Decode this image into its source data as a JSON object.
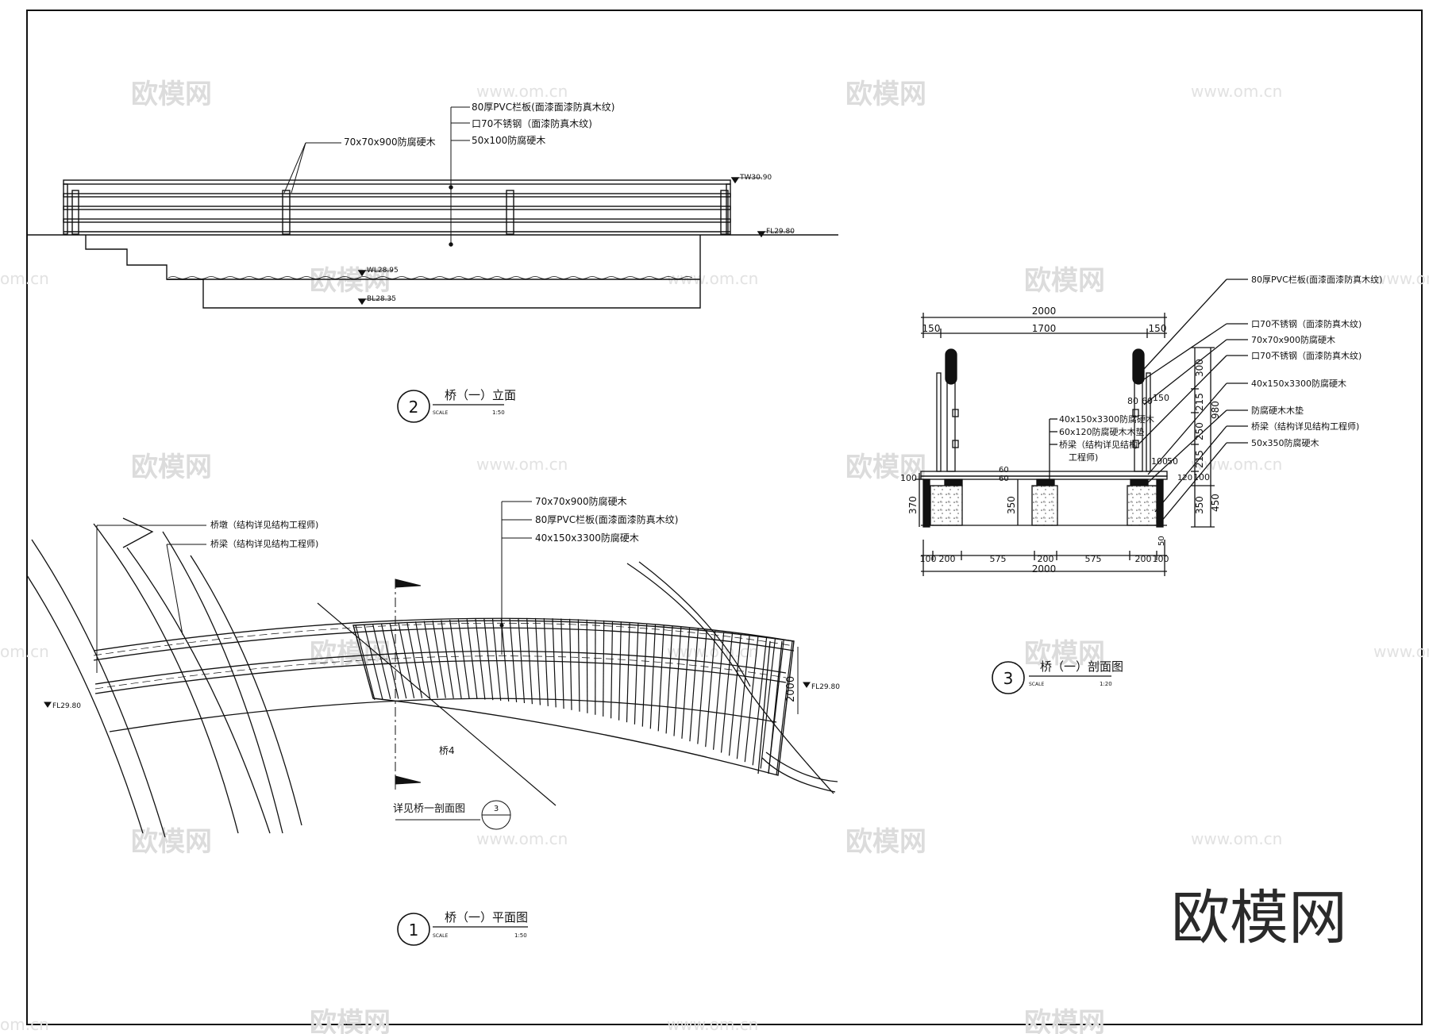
{
  "watermarks": {
    "brand": "欧模网",
    "url": "www.om.cn",
    "partial_url": "om.cn"
  },
  "logo": "欧模网",
  "elevation": {
    "callouts": [
      "80厚PVC栏板(面漆面漆防真木纹)",
      "口70不锈钢（面漆防真木纹)",
      "50x100防腐硬木"
    ],
    "post_callout": "70x70x900防腐硬木",
    "levels": [
      "TW30.90",
      "FL29.80",
      "WL28.95",
      "BL28.35"
    ],
    "title_num": "2",
    "title": "桥（一）立面",
    "scale_label": "SCALE",
    "scale": "1:50"
  },
  "plan": {
    "left_callouts": [
      "桥墩（结构详见结构工程师)",
      "桥梁（结构详见结构工程师)"
    ],
    "right_callouts": [
      "70x70x900防腐硬木",
      "80厚PVC栏板(面漆面漆防真木纹)",
      "40x150x3300防腐硬木"
    ],
    "level_left": "FL29.80",
    "level_right": "FL29.80",
    "width_dim": "2000",
    "bridge_label": "桥4",
    "ref_note": "详见桥一剖面图",
    "ref_num": "3",
    "title_num": "1",
    "title": "桥（一）平面图",
    "scale_label": "SCALE",
    "scale": "1:50"
  },
  "section": {
    "top_dims": [
      "2000",
      "150",
      "1700",
      "150"
    ],
    "right_callouts": [
      "80厚PVC栏板(面漆面漆防真木纹)",
      "口70不锈钢（面漆防真木纹)",
      "70x70x900防腐硬木",
      "口70不锈钢（面漆防真木纹)",
      "40x150x3300防腐硬木",
      "防腐硬木木垫",
      "桥梁（结构详见结构工程师)",
      "50x350防腐硬木"
    ],
    "mid_callouts": [
      "40x150x3300防腐硬木",
      "60x120防腐硬木木垫",
      "桥梁（结构详见结构",
      "工程师)"
    ],
    "right_dims": [
      "300",
      "215",
      "250",
      "215",
      "120",
      "100",
      "350"
    ],
    "overall_right": [
      "980",
      "450"
    ],
    "small_dims": [
      "80",
      "60",
      "150",
      "100",
      "50",
      "50"
    ],
    "left_dims": [
      "100",
      "370"
    ],
    "inner_dims": [
      "60",
      "60",
      "350"
    ],
    "bottom_dims": [
      "100",
      "200",
      "575",
      "200",
      "575",
      "200",
      "100"
    ],
    "bottom_total": "2000",
    "title_num": "3",
    "title": "桥（一）剖面图",
    "scale_label": "SCALE",
    "scale": "1:20"
  }
}
